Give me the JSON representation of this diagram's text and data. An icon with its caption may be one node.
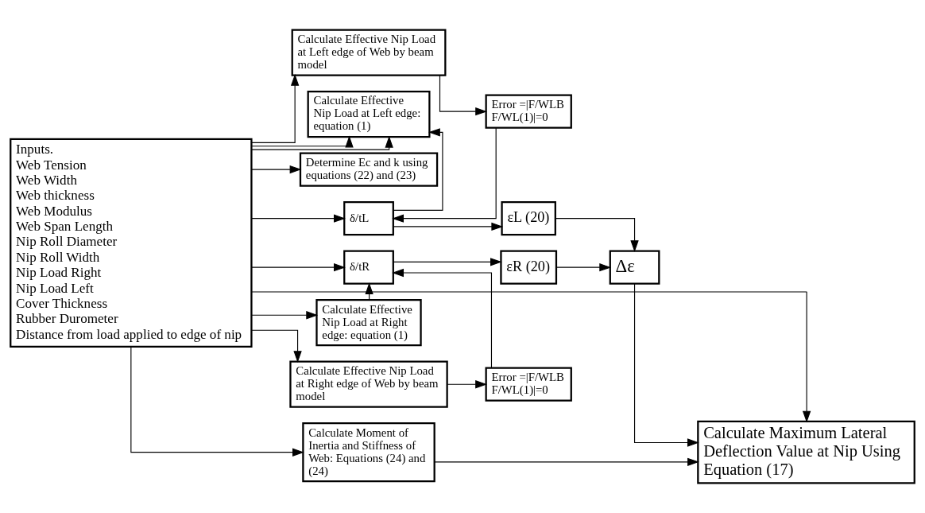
{
  "diagram": {
    "nodes": [
      {
        "text": [
          "Inputs.",
          "Web Tension",
          "Web Width",
          "Web thickness",
          "Web Modulus",
          "Web Span Length",
          "Nip Roll Diameter",
          "Nip Roll Width",
          "Nip Load Right",
          "Nip Load Left",
          "Cover Thickness",
          "Rubber Durometer",
          "Distance from load applied to edge of nip"
        ]
      },
      {
        "text": [
          "Calculate Effective Nip Load at Left edge of Web by beam model"
        ]
      },
      {
        "text": [
          "Error =|F/WLB F/WL(1)|=0"
        ]
      },
      {
        "text": [
          "Calculate Effective Nip Load at Left edge: equation (1)"
        ]
      },
      {
        "text": [
          "Determine Ec and k using equations (22) and (23)"
        ]
      },
      {
        "text": [
          "εL (20)"
        ]
      },
      {
        "text": [
          "δ/tL"
        ]
      },
      {
        "text": [
          "δ/tR"
        ]
      },
      {
        "text": [
          "εR (20)"
        ]
      },
      {
        "text": [
          "Error =|F/WLB F/WL(1)|=0"
        ]
      },
      {
        "text": [
          "Calculate Effective Nip Load at Right edge: equation (1)"
        ]
      },
      {
        "text": [
          "Calculate Effective Nip Load at Right edge of Web by beam model"
        ]
      },
      {
        "text": [
          "Δε"
        ]
      },
      {
        "text": [
          "Calculate Moment of Inertia and Stiffness of Web: Equations (24) and (24)"
        ]
      },
      {
        "text": [
          "Calculate Maximum Lateral Deflection Value at Nip Using Equation (17)"
        ]
      }
    ],
    "edges": [
      {
        "from": 0,
        "to": 1,
        "arrow": "to"
      },
      {
        "from": 0,
        "to": 3,
        "arrow": "to"
      },
      {
        "from": 0,
        "to": 3,
        "arrow": "to"
      },
      {
        "from": 0,
        "to": 4,
        "arrow": "to"
      },
      {
        "from": 0,
        "to": 6,
        "arrow": "to"
      },
      {
        "from": 0,
        "to": 7,
        "arrow": "to"
      },
      {
        "from": 0,
        "to": 10,
        "arrow": "to"
      },
      {
        "from": 0,
        "to": 11,
        "arrow": "to"
      },
      {
        "from": 0,
        "to": 14,
        "arrow": "to"
      },
      {
        "from": 0,
        "to": 13,
        "arrow": "to"
      },
      {
        "from": 1,
        "to": 2,
        "arrow": "to"
      },
      {
        "from": 2,
        "to": 6,
        "arrow": "to"
      },
      {
        "from": 6,
        "to": 3,
        "arrow": "to"
      },
      {
        "from": 6,
        "to": 5,
        "arrow": "to"
      },
      {
        "from": 7,
        "to": 8,
        "arrow": "to"
      },
      {
        "from": 9,
        "to": 7,
        "arrow": "to"
      },
      {
        "from": 10,
        "to": 7,
        "arrow": "to"
      },
      {
        "from": 11,
        "to": 9,
        "arrow": "to"
      },
      {
        "from": 8,
        "to": 12,
        "arrow": "to"
      },
      {
        "from": 5,
        "to": 12,
        "arrow": "to"
      },
      {
        "from": 12,
        "to": 14,
        "arrow": "to"
      },
      {
        "from": 13,
        "to": 14,
        "arrow": "to"
      }
    ]
  }
}
